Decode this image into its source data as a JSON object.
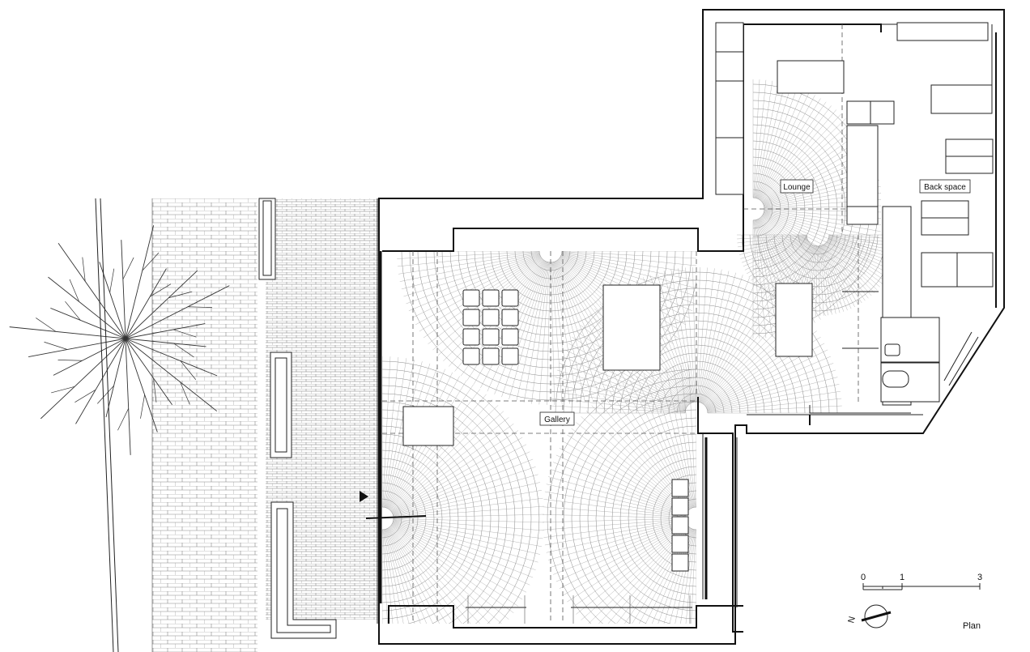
{
  "rooms": {
    "gallery": "Gallery",
    "lounge": "Lounge",
    "back_space": "Back space"
  },
  "scale_bar": {
    "tick_0": "0",
    "tick_1": "1",
    "tick_3": "3"
  },
  "north_label": "N",
  "drawing_title": "Plan"
}
